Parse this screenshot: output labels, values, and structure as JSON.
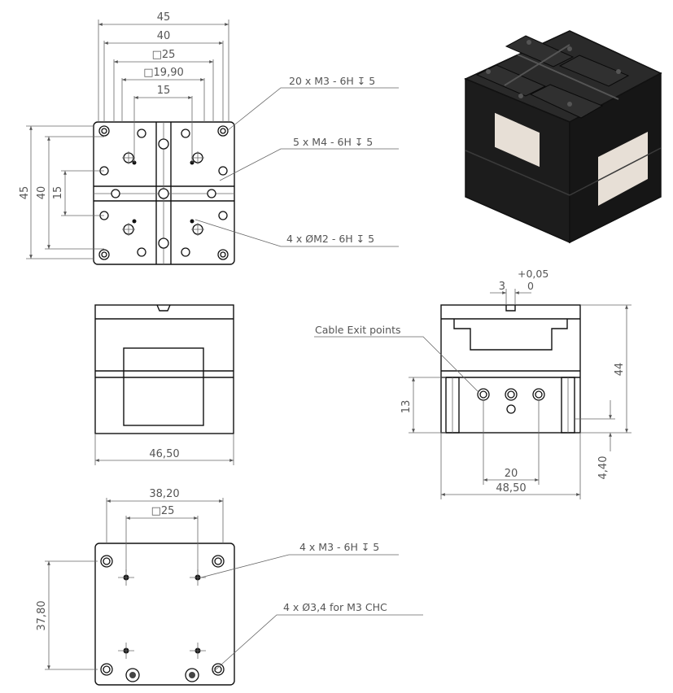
{
  "dimensions": {
    "top_width_45": "45",
    "top_width_40": "40",
    "top_square_25": "□25",
    "top_square_1990": "□19,90",
    "top_width_15": "15",
    "left_height_45": "45",
    "left_height_40": "40",
    "left_height_15": "15",
    "front_width": "46,50",
    "side_tolerance": "+0,05",
    "side_slot_3": "3",
    "side_tolerance_0": "0",
    "side_height_44": "44",
    "side_height_13": "13",
    "side_spacing_20": "20",
    "side_width_4850": "48,50",
    "side_offset_440": "4,40",
    "bottom_width_3820": "38,20",
    "bottom_square_25": "□25",
    "bottom_height_3780": "37,80"
  },
  "callouts": {
    "m3_top": "20 x M3 - 6H ↧ 5",
    "m4_top": "5 x M4 - 6H ↧ 5",
    "m2_top": "4 x ØM2 - 6H ↧ 5",
    "cable_exit": "Cable Exit points",
    "m3_bottom": "4 x M3 - 6H ↧ 5",
    "cbore_bottom": "4 x Ø3,4 for M3 CHC"
  },
  "colors": {
    "body": "#1f1f1f",
    "body_top": "#2c2c2c",
    "label_panel": "#e7dfd6"
  }
}
